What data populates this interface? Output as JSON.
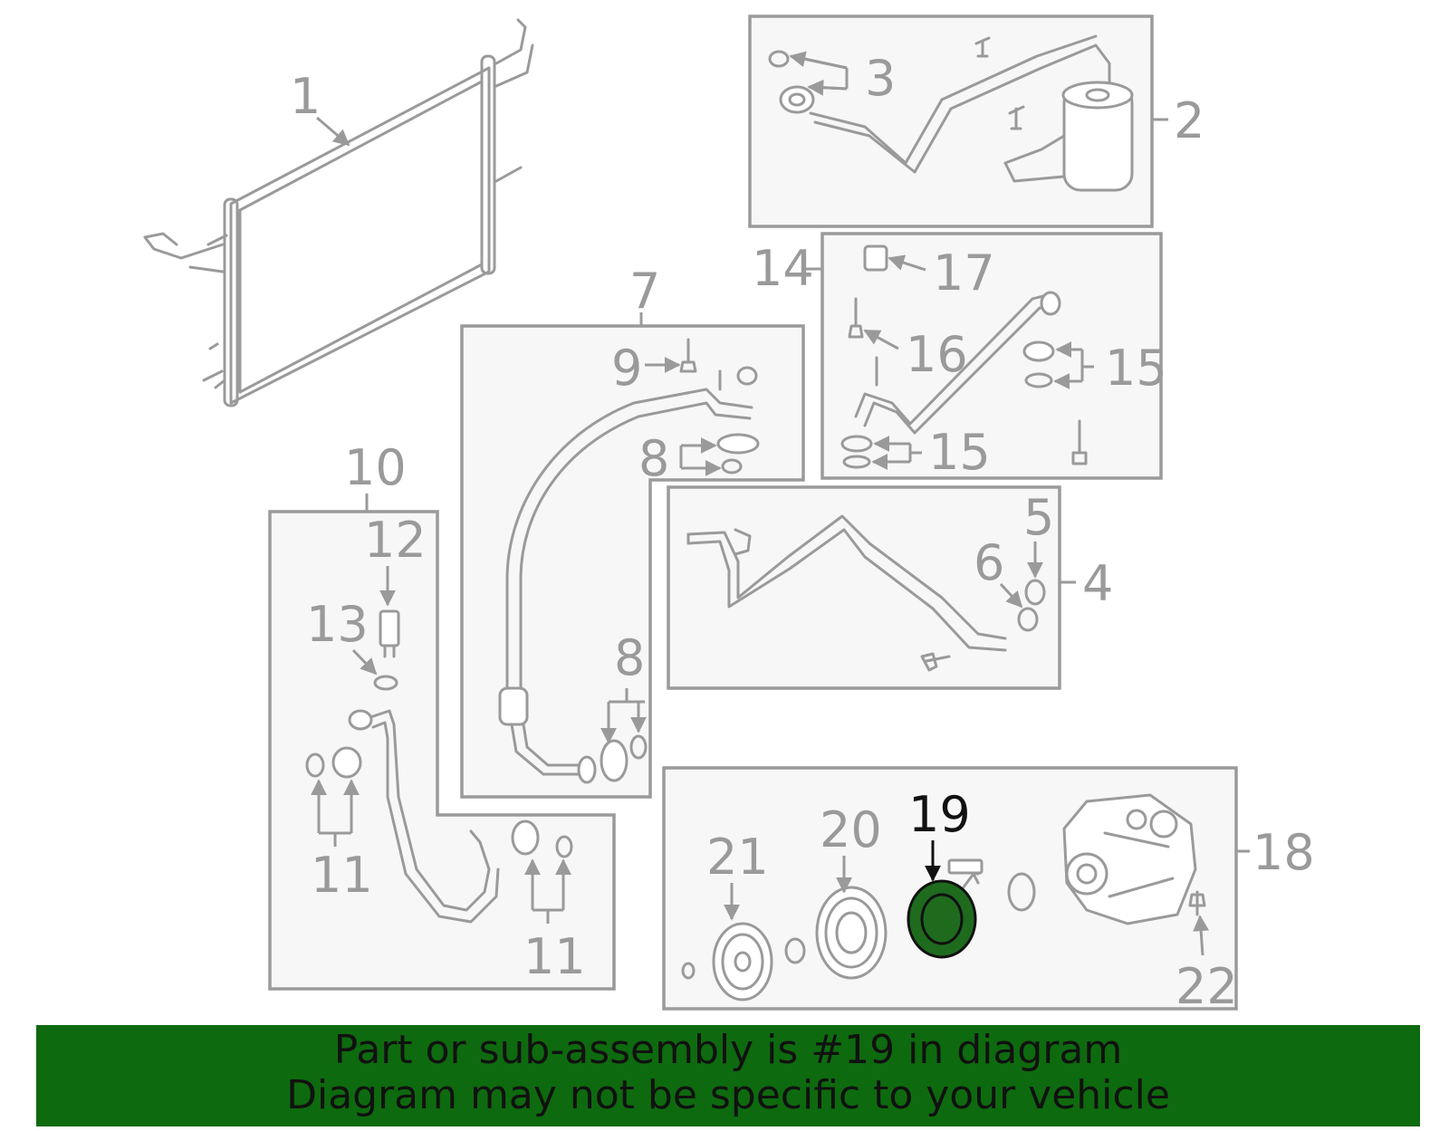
{
  "callouts": {
    "c1": "1",
    "c2": "2",
    "c3": "3",
    "c4": "4",
    "c5": "5",
    "c6": "6",
    "c7": "7",
    "c8a": "8",
    "c8b": "8",
    "c9": "9",
    "c10": "10",
    "c11a": "11",
    "c11b": "11",
    "c12": "12",
    "c13": "13",
    "c14": "14",
    "c15a": "15",
    "c15b": "15",
    "c16": "16",
    "c17": "17",
    "c18": "18",
    "c19": "19",
    "c20": "20",
    "c21": "21",
    "c22": "22"
  },
  "highlight": {
    "part_number": "19",
    "color": "#1e6b1e"
  },
  "banner": {
    "line1": "Part or sub-assembly is #19 in diagram",
    "line2": "Diagram may not be specific to your vehicle",
    "background": "#0e6a0e"
  }
}
